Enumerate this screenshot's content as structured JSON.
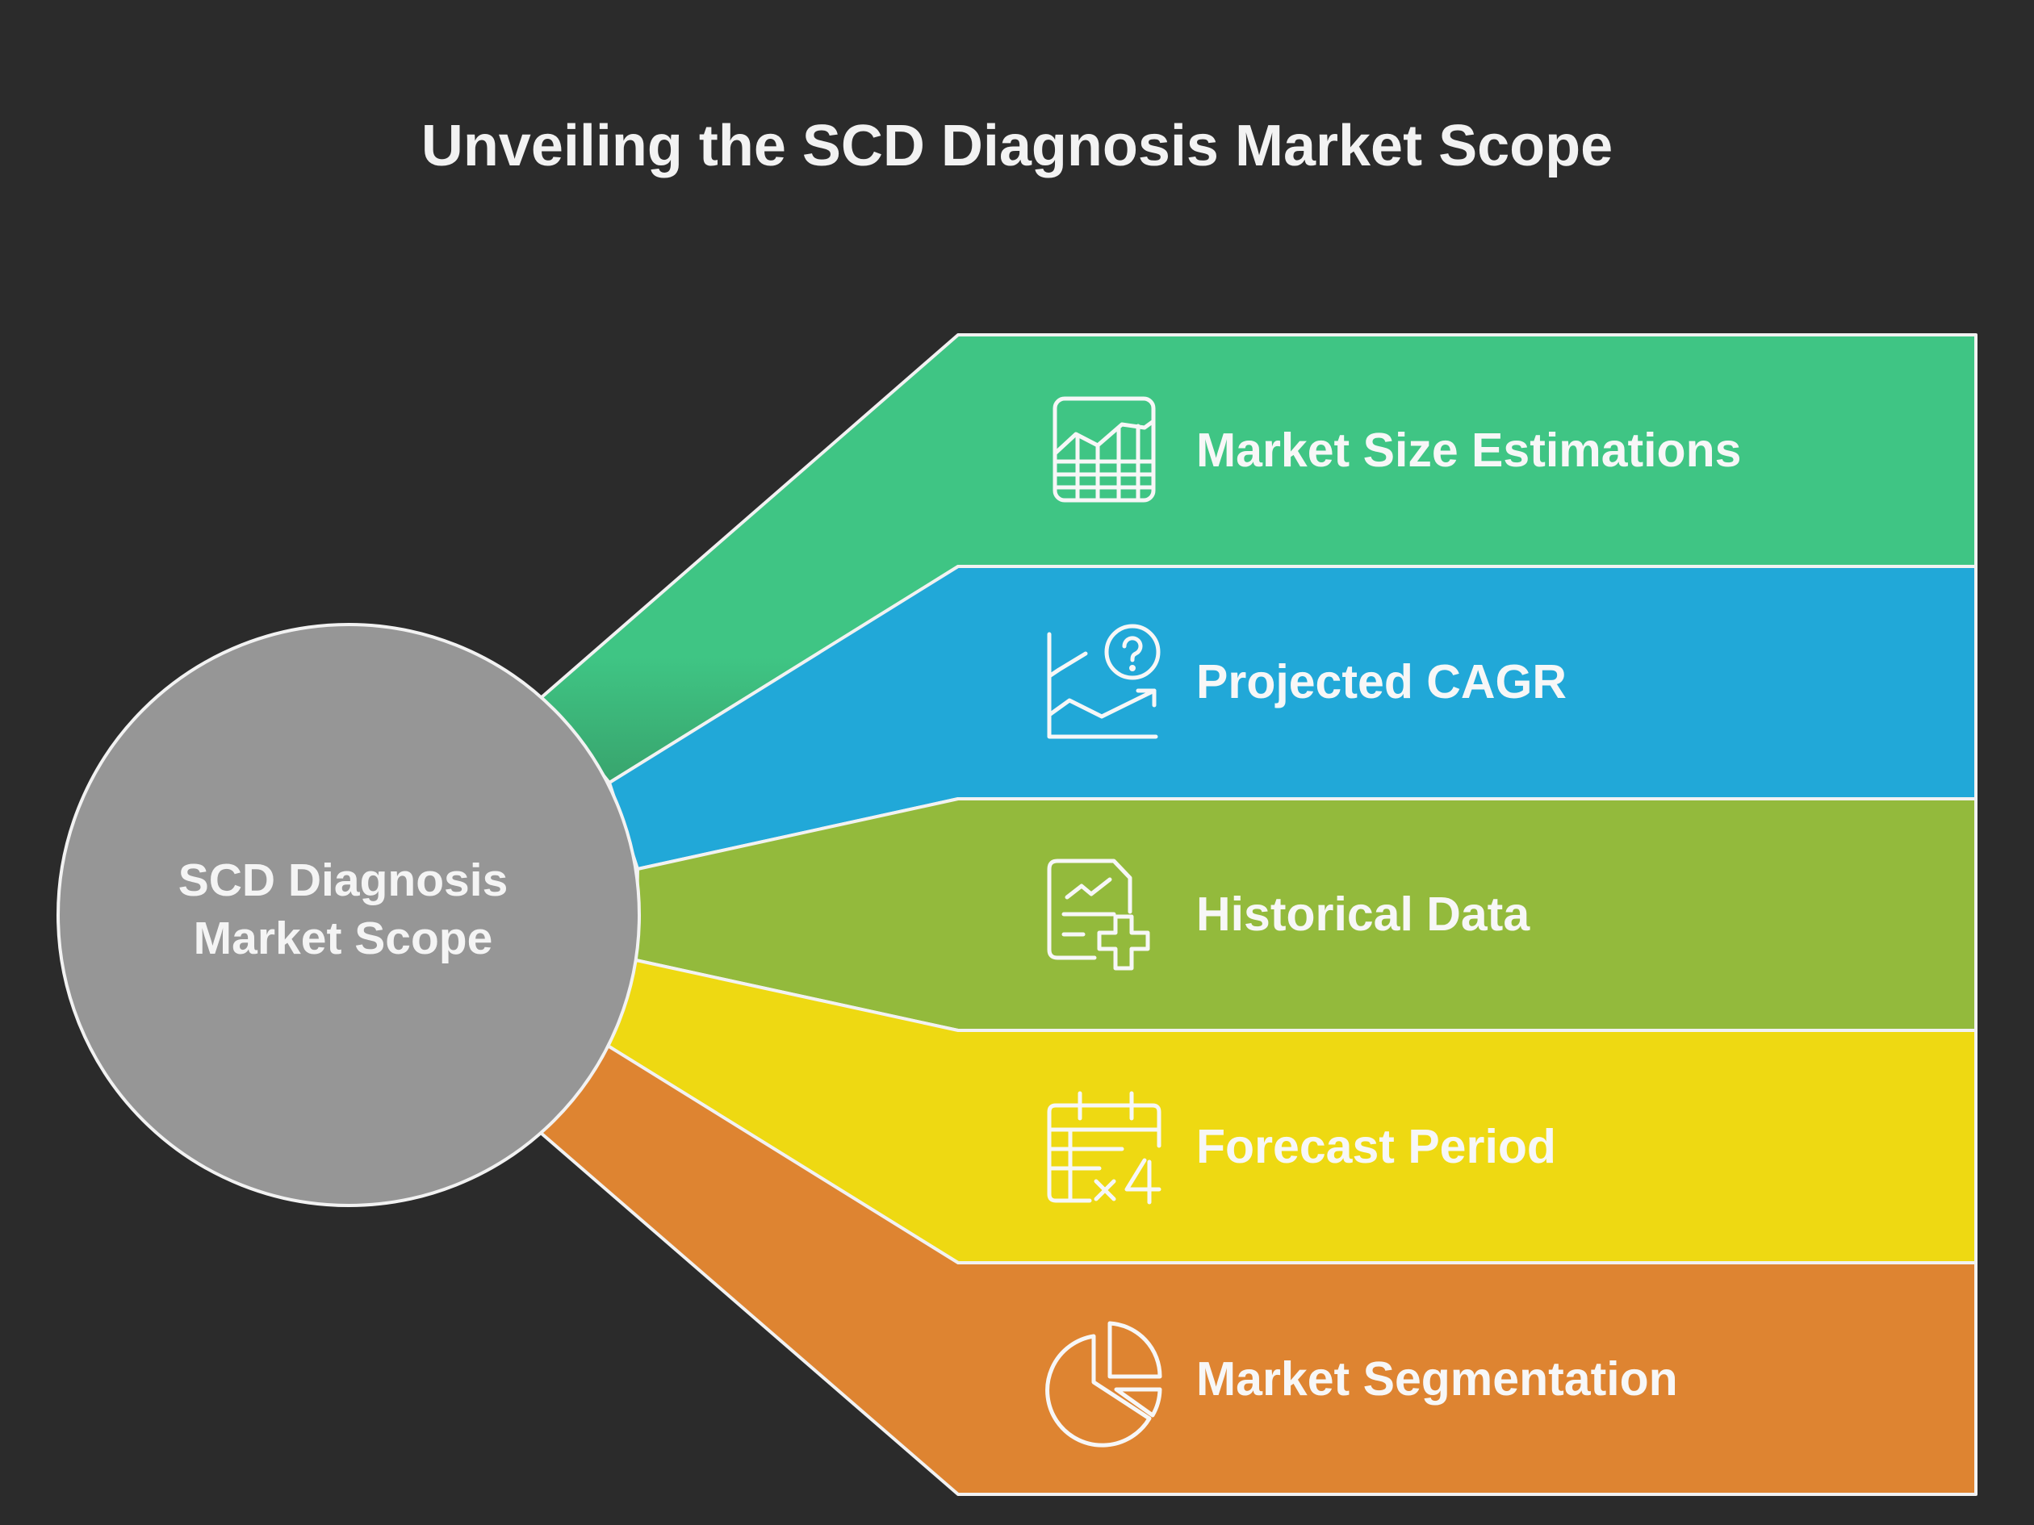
{
  "title": "Unveiling the SCD Diagnosis Market Scope",
  "hub": {
    "line1": "SCD Diagnosis",
    "line2": "Market Scope",
    "color": "#969696"
  },
  "outline_color": "#f2f2f2",
  "branches": [
    {
      "label": "Market Size Estimations",
      "icon": "area-chart-table-icon",
      "color": "#3fc584"
    },
    {
      "label": "Projected CAGR",
      "icon": "trend-question-icon",
      "color": "#21a8d8"
    },
    {
      "label": "Historical Data",
      "icon": "document-chart-plus-icon",
      "color": "#93ba3c"
    },
    {
      "label": "Forecast Period",
      "icon": "calendar-times-four-icon",
      "color": "#eed912"
    },
    {
      "label": "Market Segmentation",
      "icon": "pie-chart-icon",
      "color": "#de8431"
    }
  ]
}
